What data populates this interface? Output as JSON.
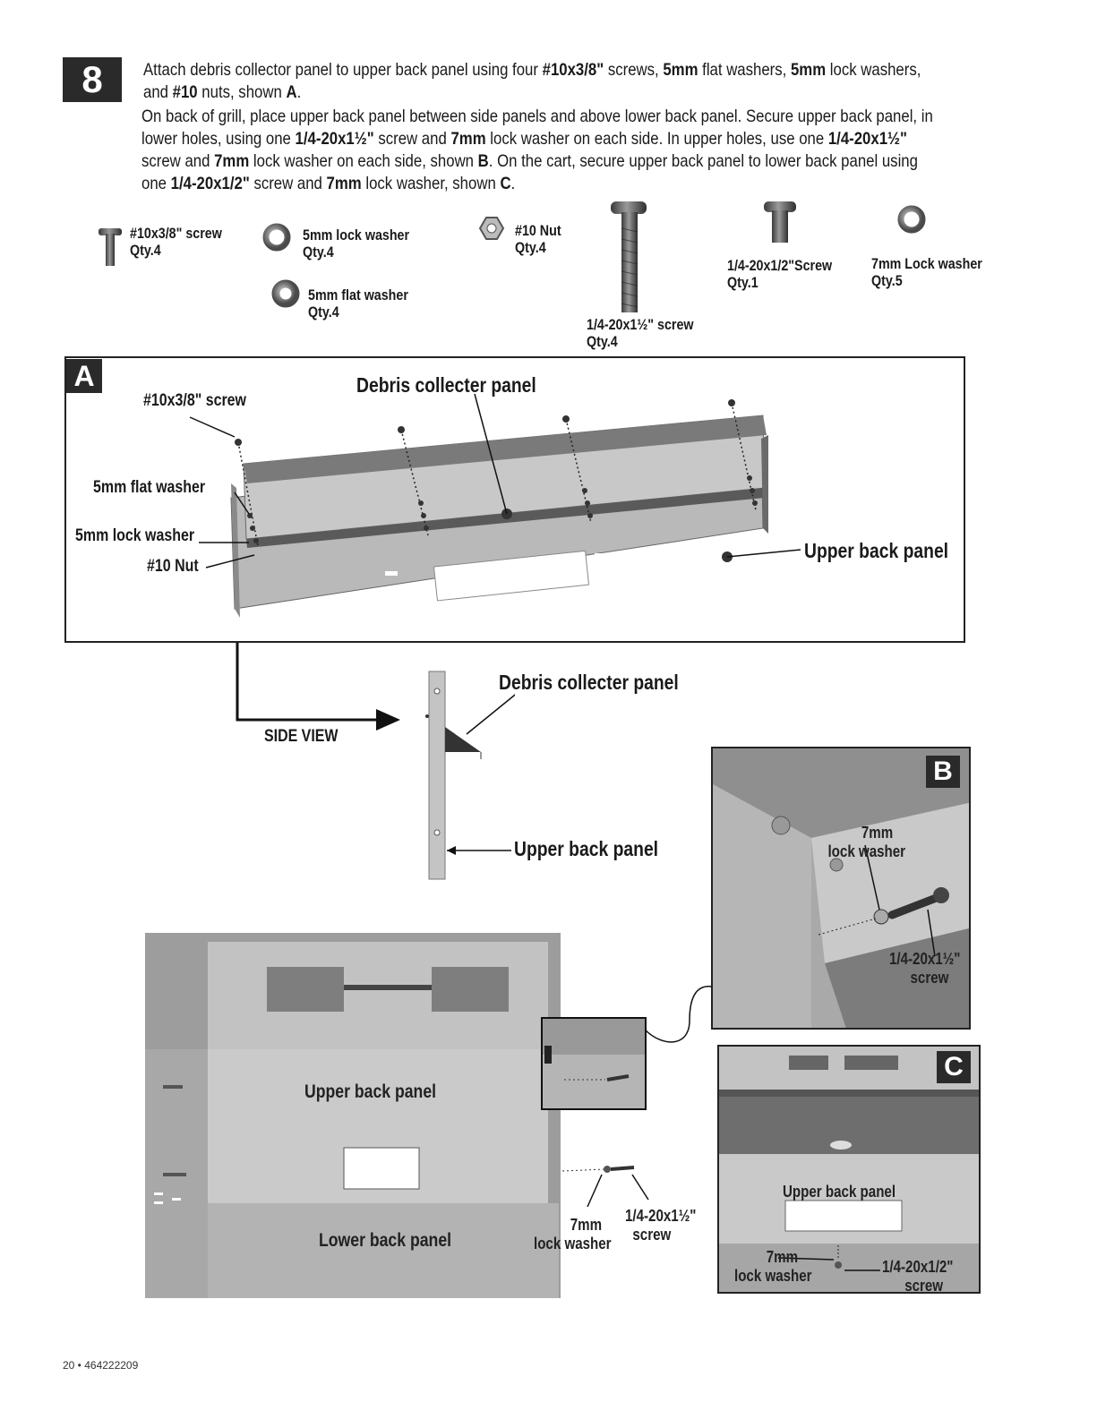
{
  "step": {
    "number": "8"
  },
  "instructions": {
    "p1": [
      {
        "t": "Attach debris collector panel to upper back panel using four ",
        "b": false
      },
      {
        "t": "#10x3/8\"",
        "b": true
      },
      {
        "t": " screws, ",
        "b": false
      },
      {
        "t": "5mm",
        "b": true
      },
      {
        "t": " flat washers, ",
        "b": false
      },
      {
        "t": "5mm",
        "b": true
      },
      {
        "t": " lock washers,",
        "b": false
      }
    ],
    "p1b": [
      {
        "t": "and ",
        "b": false
      },
      {
        "t": "#10",
        "b": true
      },
      {
        "t": " nuts, shown ",
        "b": false
      },
      {
        "t": "A",
        "b": true
      },
      {
        "t": ".",
        "b": false
      }
    ],
    "p2_l1": "On back of grill, place upper back panel between side panels and above lower back panel. Secure upper back panel, in",
    "p2_l2": [
      {
        "t": "lower holes, using one ",
        "b": false
      },
      {
        "t": "1/4-20x1½\"",
        "b": true
      },
      {
        "t": " screw and ",
        "b": false
      },
      {
        "t": "7mm",
        "b": true
      },
      {
        "t": " lock washer on each side.  In upper holes, use one ",
        "b": false
      },
      {
        "t": "1/4-20x1½\"",
        "b": true
      }
    ],
    "p2_l3": [
      {
        "t": "screw and ",
        "b": false
      },
      {
        "t": "7mm",
        "b": true
      },
      {
        "t": " lock washer on each side, shown ",
        "b": false
      },
      {
        "t": "B",
        "b": true
      },
      {
        "t": ". On the cart, secure upper back panel to lower back panel using",
        "b": false
      }
    ],
    "p2_l4": [
      {
        "t": "one ",
        "b": false
      },
      {
        "t": "1/4-20x1/2\"",
        "b": true
      },
      {
        "t": " screw and ",
        "b": false
      },
      {
        "t": "7mm",
        "b": true
      },
      {
        "t": " lock washer, shown ",
        "b": false
      },
      {
        "t": "C",
        "b": true
      },
      {
        "t": ".",
        "b": false
      }
    ]
  },
  "hardware": {
    "screw_10": {
      "name": "#10x3/8\" screw",
      "qty": "Qty.4"
    },
    "lock_5mm": {
      "name": "5mm lock washer",
      "qty": "Qty.4"
    },
    "nut_10": {
      "name": "#10 Nut",
      "qty": "Qty.4"
    },
    "flat_5mm": {
      "name": "5mm flat washer",
      "qty": "Qty.4"
    },
    "screw_long": {
      "name": "1/4-20x1½\" screw",
      "qty": "Qty.4"
    },
    "screw_short": {
      "name": "1/4-20x1/2\"Screw",
      "qty": "Qty.1"
    },
    "lock_7mm": {
      "name": "7mm Lock washer",
      "qty": "Qty.5"
    }
  },
  "figure_a": {
    "letter": "A",
    "screw_label": "#10x3/8\" screw",
    "collector_label": "Debris collecter  panel",
    "flat_washer": "5mm flat washer",
    "lock_washer": "5mm lock washer",
    "nut": "#10 Nut",
    "upper_panel": "Upper back  panel"
  },
  "side_view": {
    "label": "SIDE VIEW",
    "collector_label": "Debris collecter  panel",
    "upper_panel": "Upper back  panel"
  },
  "figure_b": {
    "letter": "B",
    "washer_l1": "7mm",
    "washer_l2": "lock washer",
    "screw_l1": "1/4-20x1½\"",
    "screw_l2": "screw"
  },
  "main_photo": {
    "upper_panel": "Upper back panel",
    "lower_panel": "Lower back panel",
    "washer_l1": "7mm",
    "washer_l2": "lock washer",
    "screw_l1": "1/4-20x1½\"",
    "screw_l2": "screw"
  },
  "figure_c": {
    "letter": "C",
    "upper_panel": "Upper back panel",
    "washer_l1": "7mm",
    "washer_l2": "lock washer",
    "screw_l1": "1/4-20x1/2\"",
    "screw_l2": "screw"
  },
  "footer": {
    "page": "20 • 464222209"
  }
}
